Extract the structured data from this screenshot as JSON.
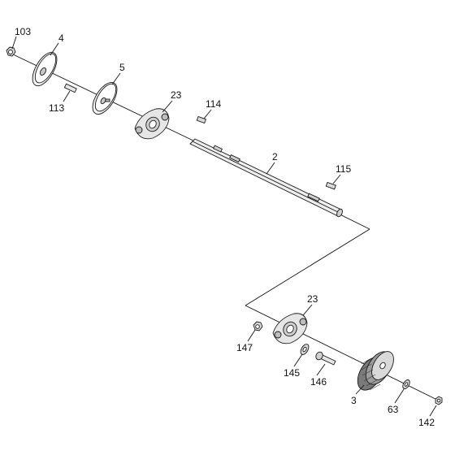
{
  "diagram": {
    "labels": {
      "p103": "103",
      "p4": "4",
      "p5": "5",
      "p113": "113",
      "p23a": "23",
      "p114": "114",
      "p2": "2",
      "p115": "115",
      "p23b": "23",
      "p147": "147",
      "p145": "145",
      "p146": "146",
      "p3": "3",
      "p63": "63",
      "p142": "142"
    }
  }
}
